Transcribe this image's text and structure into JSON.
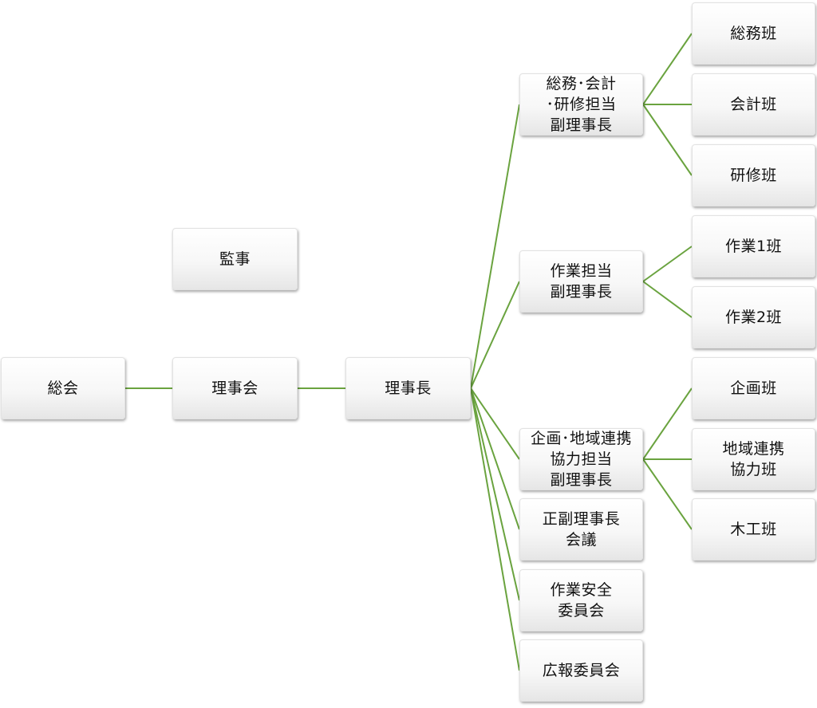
{
  "nodes": {
    "sokai": "総会",
    "rijikai": "理事会",
    "kanji": "監事",
    "rijicho": "理事長",
    "vp_somu": "総務･会計\n･研修担当\n副理事長",
    "vp_sagyo": "作業担当\n副理事長",
    "vp_kikaku": "企画･地域連携\n協力担当\n副理事長",
    "sei_fuku_kaigi": "正副理事長\n会議",
    "sagyo_anzen": "作業安全\n委員会",
    "koho": "広報委員会",
    "somu_han": "総務班",
    "kaikei_han": "会計班",
    "kenshu_han": "研修班",
    "sagyo1_han": "作業1班",
    "sagyo2_han": "作業2班",
    "kikaku_han": "企画班",
    "chiiki_han": "地域連携\n協力班",
    "mokko_han": "木工班"
  },
  "colors": {
    "connector": "#6aa33f",
    "node_border": "#e2e2e2",
    "text": "#111111"
  }
}
